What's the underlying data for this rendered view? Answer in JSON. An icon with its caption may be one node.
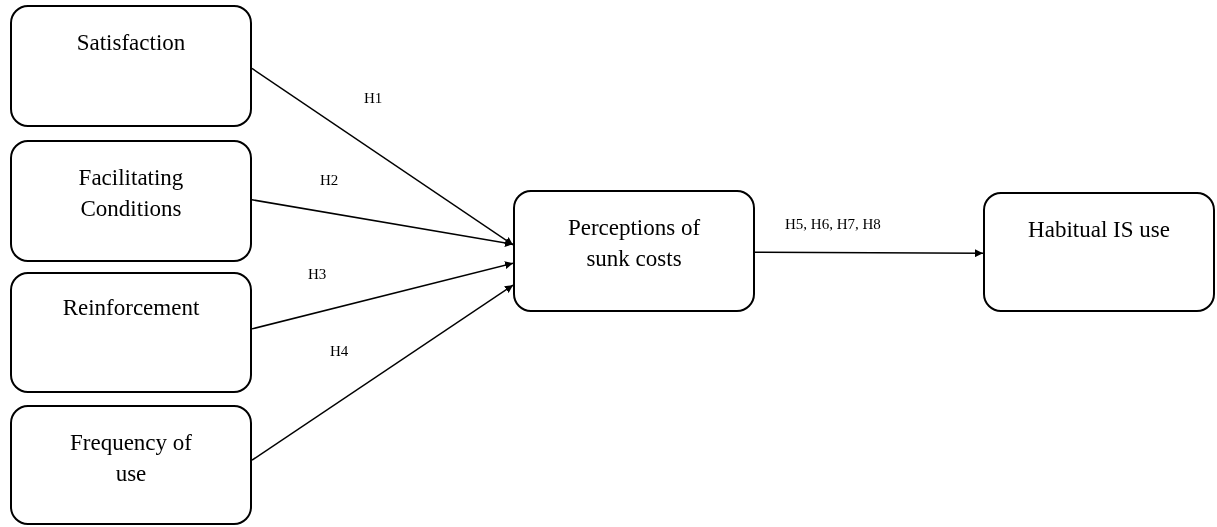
{
  "diagram": {
    "nodes": [
      {
        "text": [
          "Satisfaction"
        ]
      },
      {
        "text": [
          "Facilitating Conditions"
        ]
      },
      {
        "text": [
          "Reinforcement"
        ]
      },
      {
        "text": [
          "Frequency of use"
        ]
      },
      {
        "text": [
          "Perceptions of sunk costs"
        ]
      },
      {
        "text": [
          "Habitual IS use"
        ]
      }
    ],
    "edges": [
      {
        "from": 0,
        "to": 4,
        "arrow": "to",
        "label": "H1"
      },
      {
        "from": 1,
        "to": 4,
        "arrow": "to",
        "label": "H2"
      },
      {
        "from": 2,
        "to": 4,
        "arrow": "to",
        "label": "H3"
      },
      {
        "from": 3,
        "to": 4,
        "arrow": "to",
        "label": "H4"
      },
      {
        "from": 4,
        "to": 5,
        "arrow": "to",
        "label": "H5, H6, H7, H8"
      }
    ]
  }
}
